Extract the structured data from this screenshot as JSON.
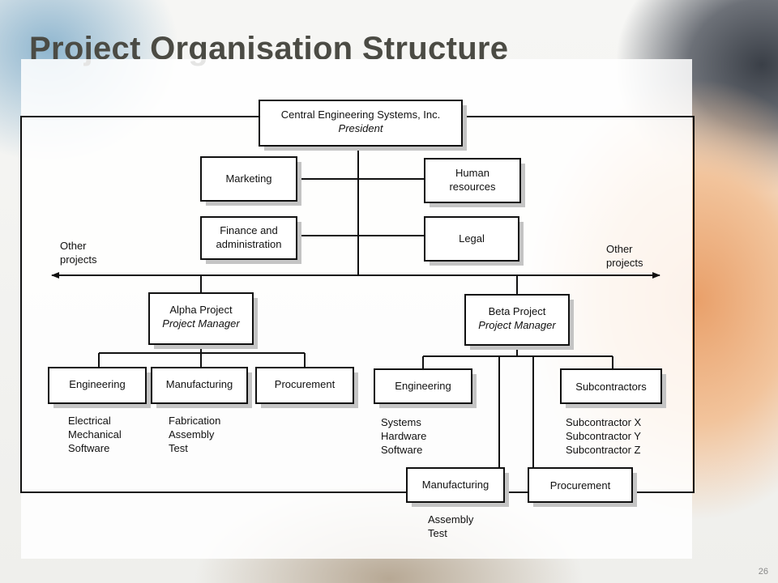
{
  "title": "Project Organisation Structure",
  "slide_number": "26",
  "boxes": {
    "central": {
      "line1": "Central Engineering Systems, Inc.",
      "line2": "President"
    },
    "marketing": {
      "line1": "Marketing"
    },
    "human_resources": {
      "line1": "Human",
      "line2": "resources"
    },
    "finance": {
      "line1": "Finance and",
      "line2": "administration"
    },
    "legal": {
      "line1": "Legal"
    },
    "alpha_pm": {
      "line1": "Alpha Project",
      "line2": "Project Manager"
    },
    "beta_pm": {
      "line1": "Beta Project",
      "line2": "Project Manager"
    },
    "alpha_engineering": {
      "line1": "Engineering"
    },
    "alpha_manufacturing": {
      "line1": "Manufacturing"
    },
    "alpha_procurement": {
      "line1": "Procurement"
    },
    "beta_engineering": {
      "line1": "Engineering"
    },
    "beta_subcontractors": {
      "line1": "Subcontractors"
    },
    "beta_manufacturing": {
      "line1": "Manufacturing"
    },
    "beta_procurement": {
      "line1": "Procurement"
    }
  },
  "labels": {
    "other_left": [
      "Other",
      "projects"
    ],
    "other_right": [
      "Other",
      "projects"
    ],
    "alpha_eng_sub": [
      "Electrical",
      "Mechanical",
      "Software"
    ],
    "alpha_mfg_sub": [
      "Fabrication",
      "Assembly",
      "Test"
    ],
    "beta_eng_sub": [
      "Systems",
      "Hardware",
      "Software"
    ],
    "beta_sub_sub": [
      "Subcontractor X",
      "Subcontractor Y",
      "Subcontractor Z"
    ],
    "beta_mfg_sub": [
      "Assembly",
      "Test"
    ]
  }
}
